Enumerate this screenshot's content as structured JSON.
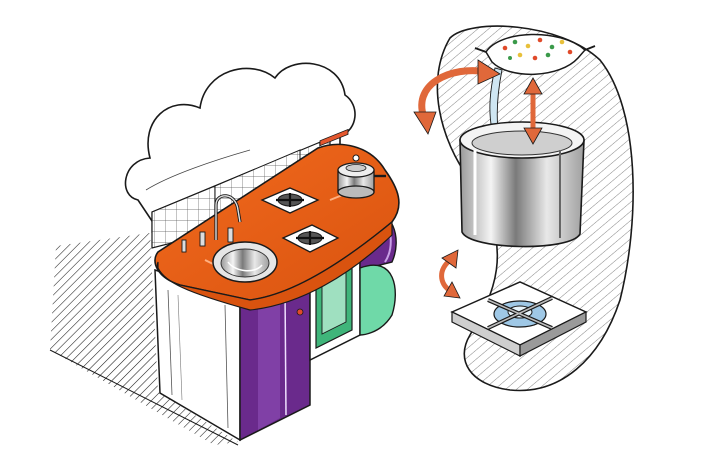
{
  "illustration": {
    "subject": "toy-kitchen-concept-sketch",
    "colors": {
      "countertop": "#f26a1e",
      "countertop_shade": "#d9530f",
      "cabinet_purple": "#6a2a8c",
      "shelf_green": "#6fd9a8",
      "oven_green": "#3fb57a",
      "oven_trim": "#e4572e",
      "steel": "#d8d8d8",
      "steel_dark": "#8a8a8a",
      "ink": "#1a1a1a",
      "arrow": "#e0683a",
      "food_red": "#e04a2a",
      "food_green": "#3a9a4a",
      "food_yellow": "#e8c03a",
      "water": "#cfe6f2",
      "flame_blue": "#9fc8e6"
    },
    "icons": [
      "chef-hat-backsplash",
      "faucet",
      "sink",
      "burner",
      "saucepan",
      "oven-door",
      "pot",
      "colander",
      "curved-arrow",
      "double-arrow"
    ]
  }
}
